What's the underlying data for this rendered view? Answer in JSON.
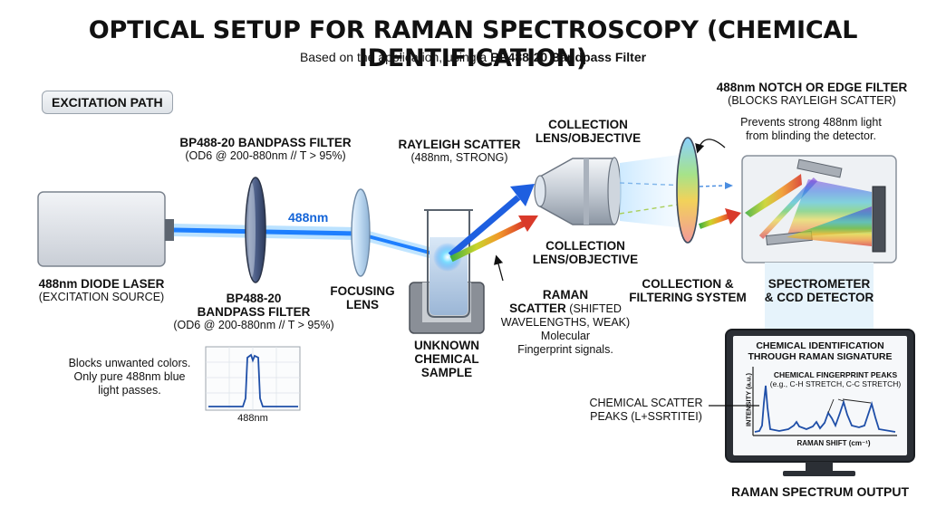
{
  "title": "OPTICAL SETUP FOR RAMAN SPECTROSCOPY (CHEMICAL IDENTIFICATION)",
  "subtitle_prefix": "Based on the application, using a ",
  "subtitle_bold": "BP488-20 Bandpass Filter",
  "badge": "EXCITATION PATH",
  "laser": {
    "name": "488nm DIODE LASER",
    "sub": "(EXCITATION SOURCE)"
  },
  "bp_top": {
    "name": "BP488-20 BANDPASS FILTER",
    "sub": "(OD6 @ 200-880nm // T > 95%)"
  },
  "bp_bottom": {
    "name1": "BP488-20",
    "name2": "BANDPASS FILTER",
    "sub": "(OD6 @ 200-880nm // T > 95%)"
  },
  "beam_label": "488nm",
  "bandpass_note": [
    "Blocks unwanted colors.",
    "Only pure 488nm blue",
    "light passes."
  ],
  "bandpass_axis": "488nm",
  "focusing_lens": [
    "FOCUSING",
    "LENS"
  ],
  "sample": [
    "UNKNOWN",
    "CHEMICAL",
    "SAMPLE"
  ],
  "rayleigh": {
    "name": "RAYLEIGH SCATTER",
    "sub": "(488nm, STRONG)"
  },
  "collection_top": [
    "COLLECTION",
    "LENS/OBJECTIVE"
  ],
  "collection_mid": [
    "COLLECTION",
    "LENS/OBJECTIVE"
  ],
  "raman": {
    "l1": "RAMAN",
    "l2a": "SCATTER",
    "l2b": " (SHIFTED",
    "l3": "WAVELENGTHS, WEAK)",
    "n1": "Molecular",
    "n2": "Fingerprint signals."
  },
  "notch": {
    "name": "488nm NOTCH OR EDGE FILTER",
    "sub": "(BLOCKS RAYLEIGH SCATTER)",
    "note1": "Prevents strong 488nm light",
    "note2": "from blinding the detector."
  },
  "filtering": [
    "COLLECTION &",
    "FILTERING SYSTEM"
  ],
  "spectrometer": [
    "SPECTROMETER",
    "& CCD DETECTOR"
  ],
  "monitor": {
    "title1": "CHEMICAL IDENTIFICATION",
    "title2": "THROUGH RAMAN SIGNATURE",
    "peaks_title": "CHEMICAL FINGERPRINT PEAKS",
    "peaks_sub": "(e.g., C-H STRETCH, C-C STRETCH)",
    "ylabel": "INTENSITY (a.u.)",
    "xlabel": "RAMAN SHIFT (cm⁻¹)"
  },
  "scatter_peaks": [
    "CHEMICAL SCATTER",
    "PEAKS (L+SSRTITEI)"
  ],
  "output": "RAMAN SPECTRUM OUTPUT",
  "colors": {
    "beam": "#1e7fff",
    "beam_glow": "#8fd0ff",
    "accent": "#1565d8"
  }
}
